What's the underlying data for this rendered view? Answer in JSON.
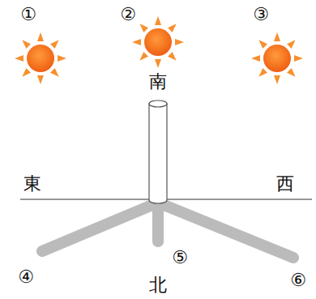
{
  "diagram": {
    "labels": [
      "①",
      "②",
      "③",
      "南",
      "東",
      "西",
      "⑤",
      "④",
      "⑥",
      "北"
    ]
  }
}
